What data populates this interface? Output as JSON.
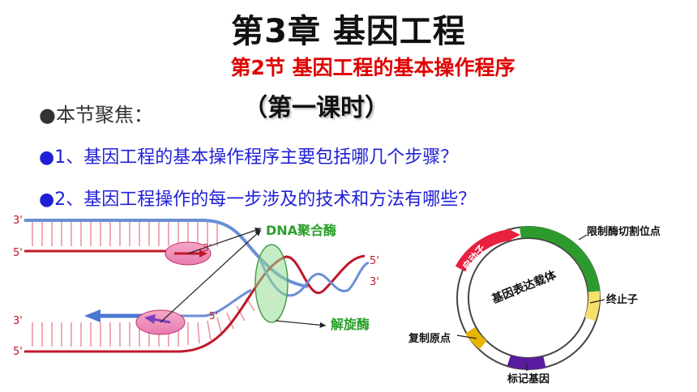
{
  "slide": {
    "chapter_title": "第3章 基因工程",
    "section_title": "第2节 基因工程的基本操作程序",
    "period_title": "（第一课时）",
    "focus_label": "●本节聚焦：",
    "questions": [
      "●1、基因工程的基本操作程序主要包括哪几个步骤？",
      "●2、基因工程操作的每一步涉及的技术和方法有哪些？"
    ]
  },
  "replication_diagram": {
    "label_polymerase": "DNA聚合酶",
    "label_helicase": "解旋酶",
    "strand_ends": {
      "top_left_3": "3'",
      "top_left_5": "5'",
      "bottom_left_3": "3'",
      "bottom_left_5": "5'",
      "right_5": "5'",
      "right_3": "3'",
      "top_primer_3": "3'",
      "bottom_primer_5": "5'"
    },
    "colors": {
      "template_blue": "#6b8fd6",
      "new_strand_red": "#c0182a",
      "rungs_pink": "#e8909a",
      "label_green": "#2aa02a"
    }
  },
  "vector_diagram": {
    "center_label": "基因表达载体",
    "promoter": "启动子",
    "restriction_site": "限制酶切割位点",
    "terminator": "终止子",
    "origin": "复制原点",
    "marker_gene": "标记基因",
    "colors": {
      "promoter": "#e8213f",
      "restriction": "#2d9a2d",
      "terminator": "#f5e06a",
      "origin": "#e8b400",
      "marker": "#5a1aa0"
    }
  }
}
